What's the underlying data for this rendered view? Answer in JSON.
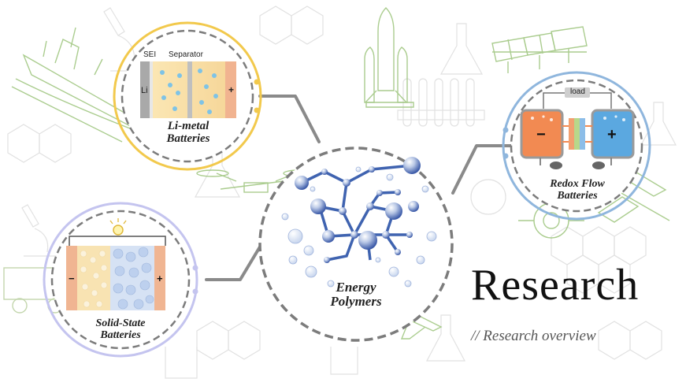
{
  "title": "Research",
  "subtitle": "// Research overview",
  "center": {
    "line1": "Energy",
    "line2": "Polymers"
  },
  "limetal": {
    "line1": "Li-metal",
    "line2": "Batteries",
    "sei": "SEI",
    "separator": "Separator",
    "li": "Li",
    "plus": "+"
  },
  "redox": {
    "line1": "Redox Flow",
    "line2": "Batteries",
    "load": "load",
    "minus": "−",
    "plus": "+"
  },
  "solid": {
    "line1": "Solid-State",
    "line2": "Batteries",
    "minus": "−",
    "plus": "+"
  },
  "colors": {
    "yellow_ring": "#f2c94c",
    "blue_ring": "#8fb6dd",
    "lavender_ring": "#c4c4ef",
    "connector": "#888888",
    "sketch_green": "#8fbf6a"
  }
}
